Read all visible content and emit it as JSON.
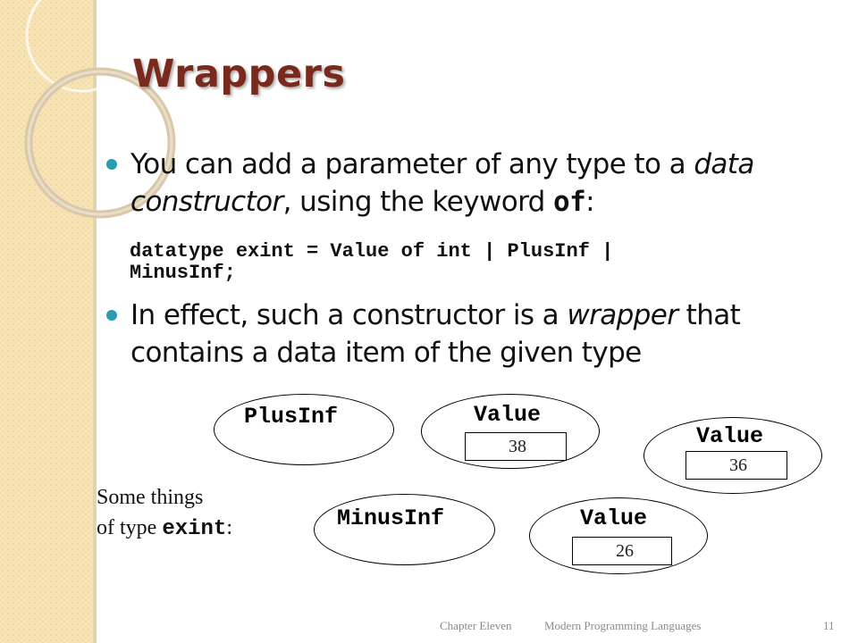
{
  "slide": {
    "title": "Wrappers",
    "bullets": [
      {
        "line1_pre": "You can add a parameter of any type to a ",
        "line1_italic": "data",
        "line2_italic": "constructor",
        "line2_pre": ", using the keyword ",
        "line2_code": "of",
        "line2_post": ":"
      },
      {
        "line1_pre": "In effect, such a constructor is a ",
        "line1_italic": "wrapper",
        "line1_post": " that",
        "line2": "contains a data item of the given type"
      }
    ],
    "code_line1": "datatype exint = Value of int | PlusInf |",
    "code_line2": "MinusInf;",
    "diagram": {
      "ovals": [
        {
          "label": "PlusInf"
        },
        {
          "label": "Value",
          "value": "38"
        },
        {
          "label": "Value",
          "value": "36"
        },
        {
          "label": "MinusInf"
        },
        {
          "label": "Value",
          "value": "26"
        }
      ],
      "caption_line1": "Some things",
      "caption_line2_pre": "of type ",
      "caption_line2_code": "exint",
      "caption_line2_post": ":"
    },
    "footer": {
      "chapter": "Chapter Eleven",
      "course": "Modern Programming Languages",
      "page": "11"
    },
    "colors": {
      "title": "#7a2a1c",
      "bullet": "#2a9bb1",
      "sidebar": "#f7e3b4"
    }
  }
}
